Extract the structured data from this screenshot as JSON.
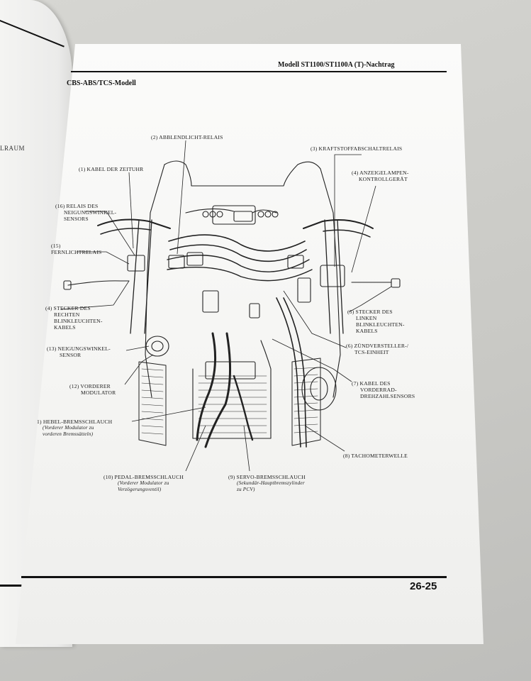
{
  "left_page": {
    "fragment": "LRAUM"
  },
  "header": {
    "title": "Modell ST1100/ST1100A (T)-Nachtrag",
    "section": "CBS-ABS/TCS-Modell"
  },
  "footer": {
    "page_number": "26-25"
  },
  "labels": {
    "l1": [
      "(1) KABEL DER ZEITUHR"
    ],
    "l2": [
      "(2) ABBLENDLICHT-RELAIS"
    ],
    "l3": [
      "(3) KRAFTSTOFFABSCHALTRELAIS"
    ],
    "l4": [
      "(4) ANZEIGELAMPEN-",
      "KONTROLLGERÄT"
    ],
    "l5": [
      "(5) STECKER DES",
      "LINKEN",
      "BLINKLEUCHTEN-",
      "KABELS"
    ],
    "l6": [
      "(6) ZÜNDVERSTELLER-/",
      "TCS-EINHEIT"
    ],
    "l7": [
      "(7) KABEL DES",
      "VORDERRAD-",
      "DREHZAHLSENSORS"
    ],
    "l8": [
      "(8) TACHOMETERWELLE"
    ],
    "l9": [
      "(9) SERVO-BREMSSCHLAUCH"
    ],
    "l9s": [
      "(Sekundär-Hauptbremszylinder",
      "zu PCV)"
    ],
    "l10": [
      "(10) PEDAL-BREMSSCHLAUCH"
    ],
    "l10s": [
      "(Vorderer Modulator zu",
      "Verzögerungsventil)"
    ],
    "l11": [
      "1) HEBEL-BREMSSCHLAUCH"
    ],
    "l11s": [
      "(Vorderer Modulator zu",
      "vorderen Bremssätteln)"
    ],
    "l12": [
      "(12) VORDERER",
      "MODULATOR"
    ],
    "l13": [
      "(13) NEIGUNGSWINKEL-",
      "SENSOR"
    ],
    "l14": [
      "(4) STECKER DES",
      "RECHTEN",
      "BLINKLEUCHTEN-",
      "KABELS"
    ],
    "l15": [
      "(15)",
      "FERNLICHTRELAIS"
    ],
    "l16": [
      "(16) RELAIS DES",
      "NEIGUNGSWINKEL-",
      "SENSORS"
    ]
  }
}
